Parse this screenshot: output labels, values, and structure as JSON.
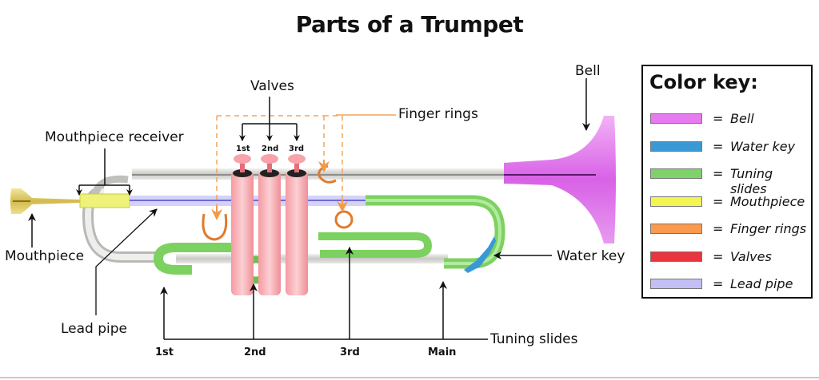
{
  "title": "Parts of a Trumpet",
  "labels": {
    "valves": "Valves",
    "valve_numbers": [
      "1st",
      "2nd",
      "3rd"
    ],
    "finger_rings": "Finger rings",
    "mouthpiece_receiver": "Mouthpiece receiver",
    "mouthpiece": "Mouthpiece",
    "lead_pipe": "Lead pipe",
    "bell": "Bell",
    "water_key": "Water key",
    "tuning_slides": "Tuning slides",
    "tuning_slide_numbers": [
      "1st",
      "2nd",
      "3rd",
      "Main"
    ]
  },
  "color_key": {
    "title": "Color key:",
    "items": [
      {
        "label": "Bell",
        "color": "#e779f1"
      },
      {
        "label": "Water key",
        "color": "#3a99d4"
      },
      {
        "label": "Tuning slides",
        "color": "#7fd26a"
      },
      {
        "label": "Mouthpiece",
        "color": "#f3f553"
      },
      {
        "label": "Finger rings",
        "color": "#fb9a4e"
      },
      {
        "label": "Valves",
        "color": "#e8353f"
      },
      {
        "label": "Lead pipe",
        "color": "#c1bff5"
      }
    ],
    "equals": "="
  },
  "colors": {
    "silver": "#d9d9d6",
    "silver_dark": "#9a9a98",
    "valve_body": "#f4a7ac",
    "ring_stroke": "#e07a2e",
    "dashed": "#f0a55c",
    "arrow": "#111111"
  }
}
